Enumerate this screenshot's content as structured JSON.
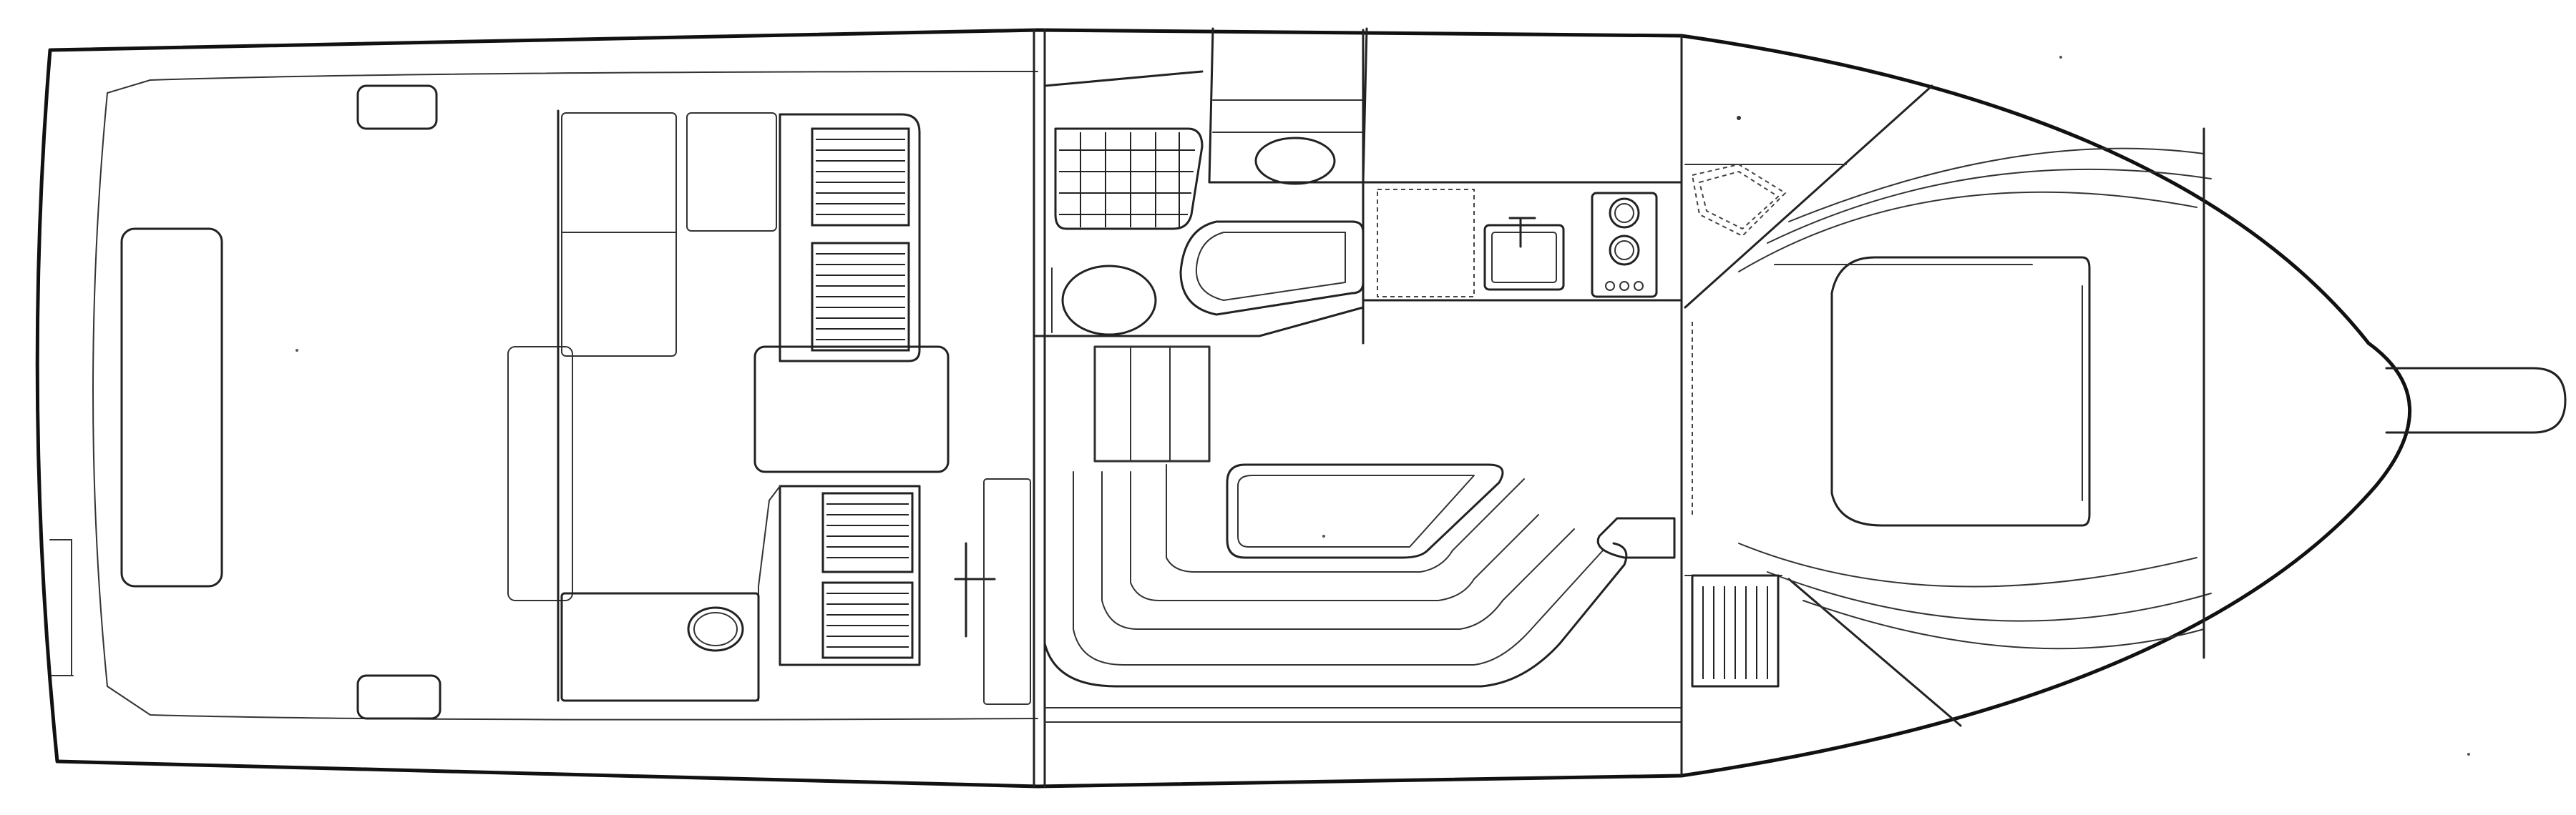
{
  "diagram": {
    "kind": "boat-deck-floor-plan",
    "colors": {
      "line": "#222222",
      "background": "#ffffff"
    },
    "areas": [
      "cockpit",
      "salon",
      "head",
      "galley",
      "dinette",
      "forward-stateroom",
      "bow-pulpit"
    ]
  }
}
